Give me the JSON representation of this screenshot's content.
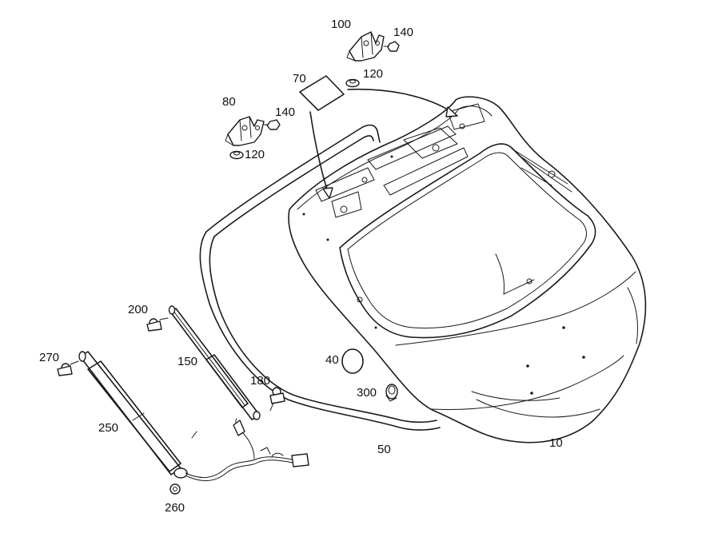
{
  "parts": [
    {
      "id": "p10",
      "label": "10"
    },
    {
      "id": "p40",
      "label": "40"
    },
    {
      "id": "p50",
      "label": "50"
    },
    {
      "id": "p70",
      "label": "70"
    },
    {
      "id": "p80",
      "label": "80"
    },
    {
      "id": "p100",
      "label": "100"
    },
    {
      "id": "p120a",
      "label": "120"
    },
    {
      "id": "p120b",
      "label": "120"
    },
    {
      "id": "p140a",
      "label": "140"
    },
    {
      "id": "p140b",
      "label": "140"
    },
    {
      "id": "p150",
      "label": "150"
    },
    {
      "id": "p180",
      "label": "180"
    },
    {
      "id": "p200",
      "label": "200"
    },
    {
      "id": "p250",
      "label": "250"
    },
    {
      "id": "p260",
      "label": "260"
    },
    {
      "id": "p270",
      "label": "270"
    },
    {
      "id": "p300",
      "label": "300"
    }
  ]
}
